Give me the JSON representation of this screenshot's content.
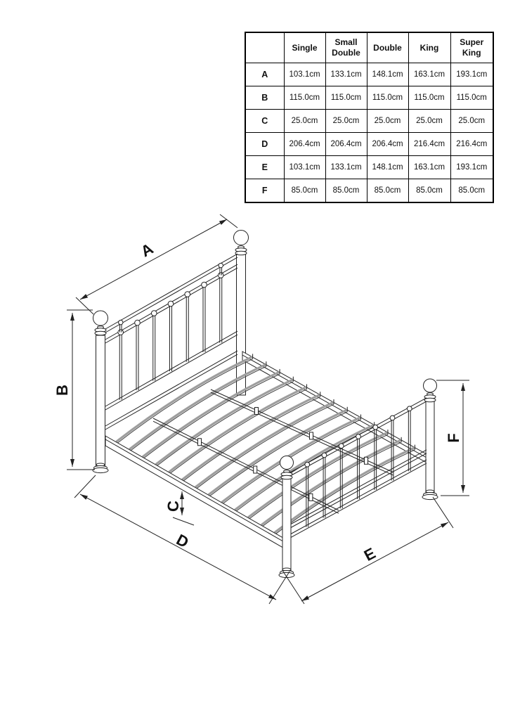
{
  "table": {
    "columns": [
      "",
      "Single",
      "Small Double",
      "Double",
      "King",
      "Super King"
    ],
    "rows": [
      {
        "label": "A",
        "values": [
          "103.1cm",
          "133.1cm",
          "148.1cm",
          "163.1cm",
          "193.1cm"
        ]
      },
      {
        "label": "B",
        "values": [
          "115.0cm",
          "115.0cm",
          "115.0cm",
          "115.0cm",
          "115.0cm"
        ]
      },
      {
        "label": "C",
        "values": [
          "25.0cm",
          "25.0cm",
          "25.0cm",
          "25.0cm",
          "25.0cm"
        ]
      },
      {
        "label": "D",
        "values": [
          "206.4cm",
          "206.4cm",
          "206.4cm",
          "216.4cm",
          "216.4cm"
        ]
      },
      {
        "label": "E",
        "values": [
          "103.1cm",
          "133.1cm",
          "148.1cm",
          "163.1cm",
          "193.1cm"
        ]
      },
      {
        "label": "F",
        "values": [
          "85.0cm",
          "85.0cm",
          "85.0cm",
          "85.0cm",
          "85.0cm"
        ]
      }
    ]
  },
  "diagram": {
    "labels": [
      "A",
      "B",
      "C",
      "D",
      "E",
      "F"
    ],
    "line_color": "#222222",
    "slat_color": "#9e9e9e"
  }
}
